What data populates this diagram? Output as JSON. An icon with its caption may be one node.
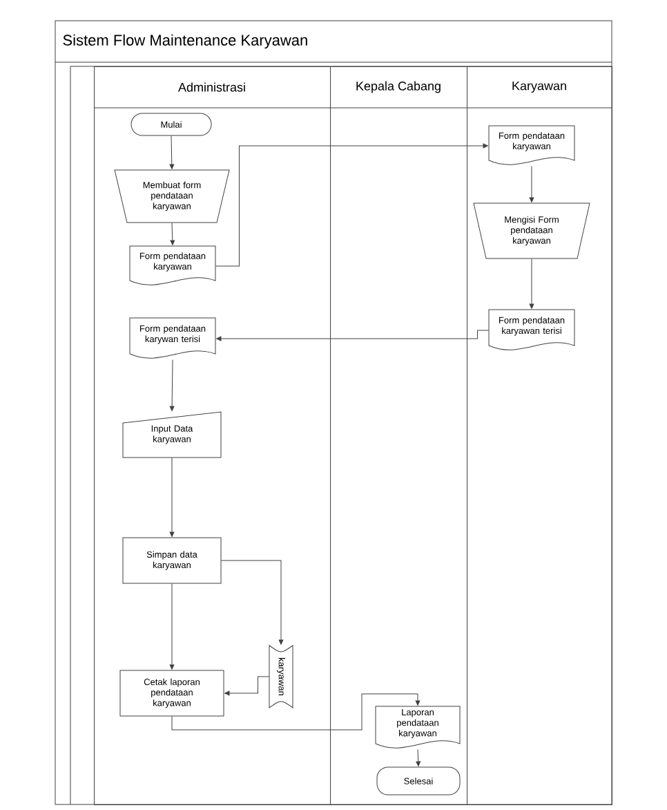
{
  "diagram": {
    "title": "Sistem Flow Maintenance Karyawan",
    "nodes": [
      {
        "text": [
          "Administrasi"
        ]
      },
      {
        "text": [
          "Kepala Cabang"
        ]
      },
      {
        "text": [
          "Karyawan"
        ]
      },
      {
        "text": [
          "Mulai"
        ],
        "in": 0
      },
      {
        "text": [
          "Membuat form pendataan karyawan"
        ],
        "in": 0
      },
      {
        "text": [
          "Form pendataan karyawan"
        ],
        "in": 0
      },
      {
        "text": [
          "Form pendataan karyawan"
        ],
        "in": 2
      },
      {
        "text": [
          "Mengisi Form pendataan karyawan"
        ],
        "in": 2
      },
      {
        "text": [
          "Form pendataan karyawan terisi"
        ],
        "in": 2
      },
      {
        "text": [
          "Form pendataan karywan terisi"
        ],
        "in": 0
      },
      {
        "text": [
          "Input Data karyawan"
        ],
        "in": 0
      },
      {
        "text": [
          "Simpan data karyawan"
        ],
        "in": 0
      },
      {
        "text": [
          "karyawan"
        ],
        "in": 0
      },
      {
        "text": [
          "Cetak laporan pendataan karyawan"
        ],
        "in": 0
      },
      {
        "text": [
          "Laporan pendataan karyawan"
        ],
        "in": 1
      },
      {
        "text": [
          "Selesai"
        ],
        "in": 1
      }
    ],
    "edges": [
      {
        "from": 3,
        "to": 4,
        "arrow": "to"
      },
      {
        "from": 4,
        "to": 5,
        "arrow": "to"
      },
      {
        "from": 5,
        "to": 6,
        "arrow": "to"
      },
      {
        "from": 6,
        "to": 7,
        "arrow": "to"
      },
      {
        "from": 7,
        "to": 8,
        "arrow": "to"
      },
      {
        "from": 8,
        "to": 9,
        "arrow": "to"
      },
      {
        "from": 9,
        "to": 10,
        "arrow": "to"
      },
      {
        "from": 10,
        "to": 11,
        "arrow": "to"
      },
      {
        "from": 11,
        "to": 12,
        "arrow": "to"
      },
      {
        "from": 11,
        "to": 13,
        "arrow": "to"
      },
      {
        "from": 12,
        "to": 13,
        "arrow": "to"
      },
      {
        "from": 13,
        "to": 14,
        "arrow": "to"
      },
      {
        "from": 14,
        "to": 15,
        "arrow": "to"
      }
    ]
  }
}
